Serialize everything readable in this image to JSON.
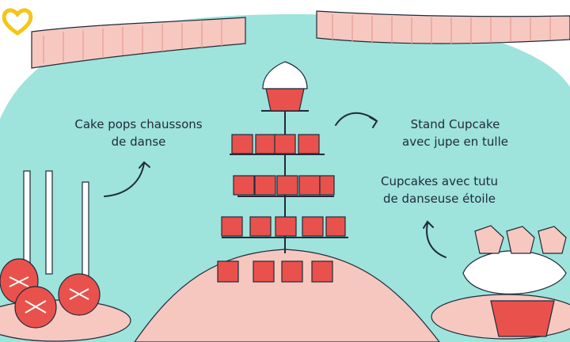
{
  "labels": {
    "cake_pops": {
      "line1": "Cake pops chaussons",
      "line2": "de danse"
    },
    "stand": {
      "line1": "Stand Cupcake",
      "line2": "avec jupe en tulle"
    },
    "cupcakes": {
      "line1": "Cupcakes avec tutu",
      "line2": "de danseuse étoile"
    }
  },
  "colors": {
    "background_mint": "#9ee3dc",
    "garland_pink": "#f6c8c0",
    "cake_red": "#e9524c",
    "outline_navy": "#1f2a3a",
    "logo_yellow": "#f5c518",
    "skirt_pink": "#f5c7bf"
  },
  "icons": [
    "heart-logo-icon",
    "arrow-to-cake-pops-icon",
    "arrow-to-stand-icon",
    "arrow-to-cupcakes-icon"
  ]
}
